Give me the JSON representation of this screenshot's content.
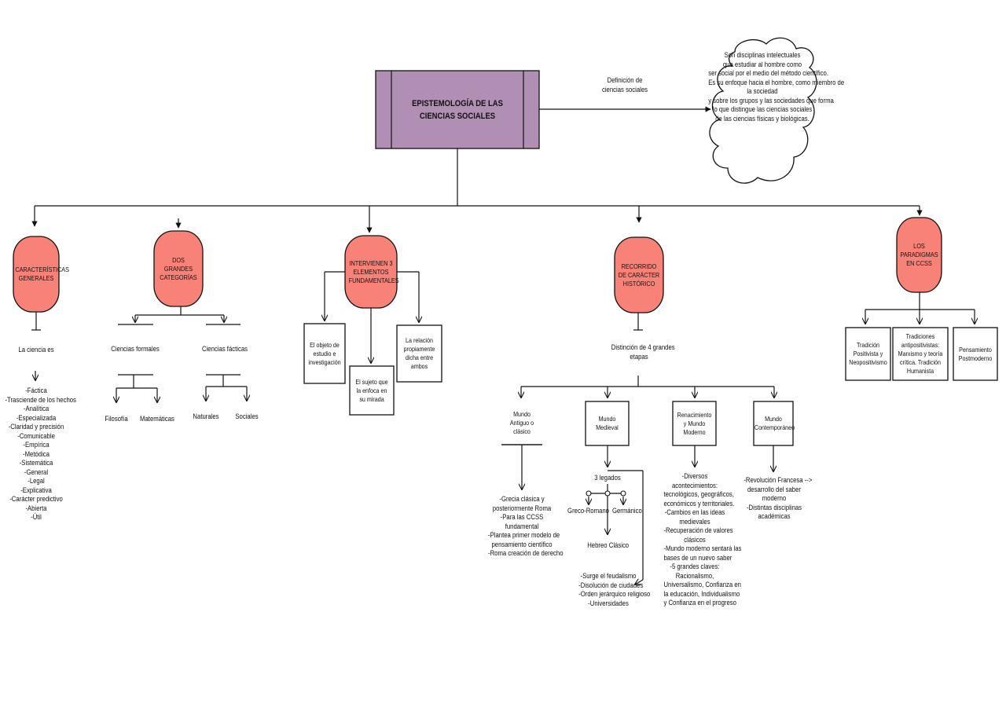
{
  "title": "EPISTEMOLOGÍA DE LAS CIENCIAS SOCIALES",
  "definition": {
    "label": [
      "Definición de",
      "ciencias sociales"
    ],
    "cloud_lines": [
      "Son disciplinas intelectuales",
      "que estudiar al hombre como",
      "ser social por el medio del método científico.",
      "Es su enfoque hacia el hombre, como miembro de",
      "la sociedad",
      "y sobre los grupos y las sociedades que forma",
      "lo que distingue las ciencias sociales",
      "de las ciencias físicas y biológicas."
    ]
  },
  "branches": {
    "caracteristicas": {
      "label": "CARACTERÍSTICAS GENERALES",
      "sub": "La ciencia es",
      "items": [
        "-Fáctica",
        "-Trasciende de los hechos",
        "-Analítica",
        "-Especializada",
        "-Claridad y precisión",
        "-Comunicable",
        "-Empírica",
        "-Metódica",
        "-Sistemática",
        "-General",
        "-Legal",
        "-Explicativa",
        "-Carácter predictivo",
        "-Abierta",
        "-Útil"
      ]
    },
    "categorias": {
      "label": "DOS GRANDES CATEGORÍAS",
      "formales": "Ciencias formales",
      "facticas": "Ciencias fácticas",
      "filosofia": "Filosofía",
      "matematicas": "Matemáticas",
      "naturales": "Naturales",
      "sociales": "Sociales"
    },
    "elementos": {
      "label": "INTERVIENEN 3 ELEMENTOS FUNDAMENTALES",
      "objeto": "El objeto de estudio e investigación",
      "sujeto": "El sujeto que la enfoca en su mirada",
      "relacion": "La relación propiamente dicha entre ambos"
    },
    "recorrido": {
      "label": "RECORRIDO DE CARÁCTER HISTÓRICO",
      "distincion": [
        "Distinción de 4 grandes",
        "etapas"
      ],
      "antiguo": {
        "label": "Mundo Antiguo o clásico",
        "items": [
          "-Grecia clásica y",
          "posteriormente Roma",
          "-Para las CCSS",
          "fundamental",
          "-Plantea primer modelo de",
          "pensamiento científico",
          "-Roma creación de derecho"
        ]
      },
      "medieval": {
        "label": "Mundo Medieval",
        "legados": "3 legados",
        "greco": "Greco-Romano",
        "germanico": "Germánico",
        "hebreo": "Hebreo Clásico",
        "items": [
          "-Surge el feudalismo",
          "-Disolución de ciudades",
          "-Orden jerárquico religioso",
          "-Universidades"
        ]
      },
      "renacimiento": {
        "label": "Renacimiento y Mundo Moderno",
        "items": [
          "-Diversos",
          "acontecimientos:",
          "tecnológicos, geográficos,",
          "económicos y territoriales.",
          "-Cambios en las ideas",
          "medievales",
          "-Recuperación de valores",
          "clásicos",
          "-Mundo moderno sentará las",
          "bases de un nuevo saber",
          "-5 grandes claves:",
          "Racionalismo,",
          "Universalismo, Confianza en",
          "la educación, Individualismo",
          "y Confianza en el progreso"
        ]
      },
      "contemporaneo": {
        "label": "Mundo Contemporáneo",
        "items": [
          "-Revolución Francesa -->",
          "desarrollo del saber",
          "moderno",
          "-Distintas disciplinas",
          "académicas"
        ]
      }
    },
    "paradigmas": {
      "label": "LOS PARADIGMAS EN CCSS",
      "positivista": "Tradición Positivista y Neopositivismo",
      "antipositivistas": "Tradiciones antipositivistas: Marxismo y teoría crítica. Tradición Humanista",
      "posmoderno": "Pensamiento Postmoderno"
    }
  },
  "colors": {
    "title_fill": "#b18fb4",
    "node_fill": "#f98278",
    "line": "#111111",
    "cloud_fill": "#ffffff"
  }
}
